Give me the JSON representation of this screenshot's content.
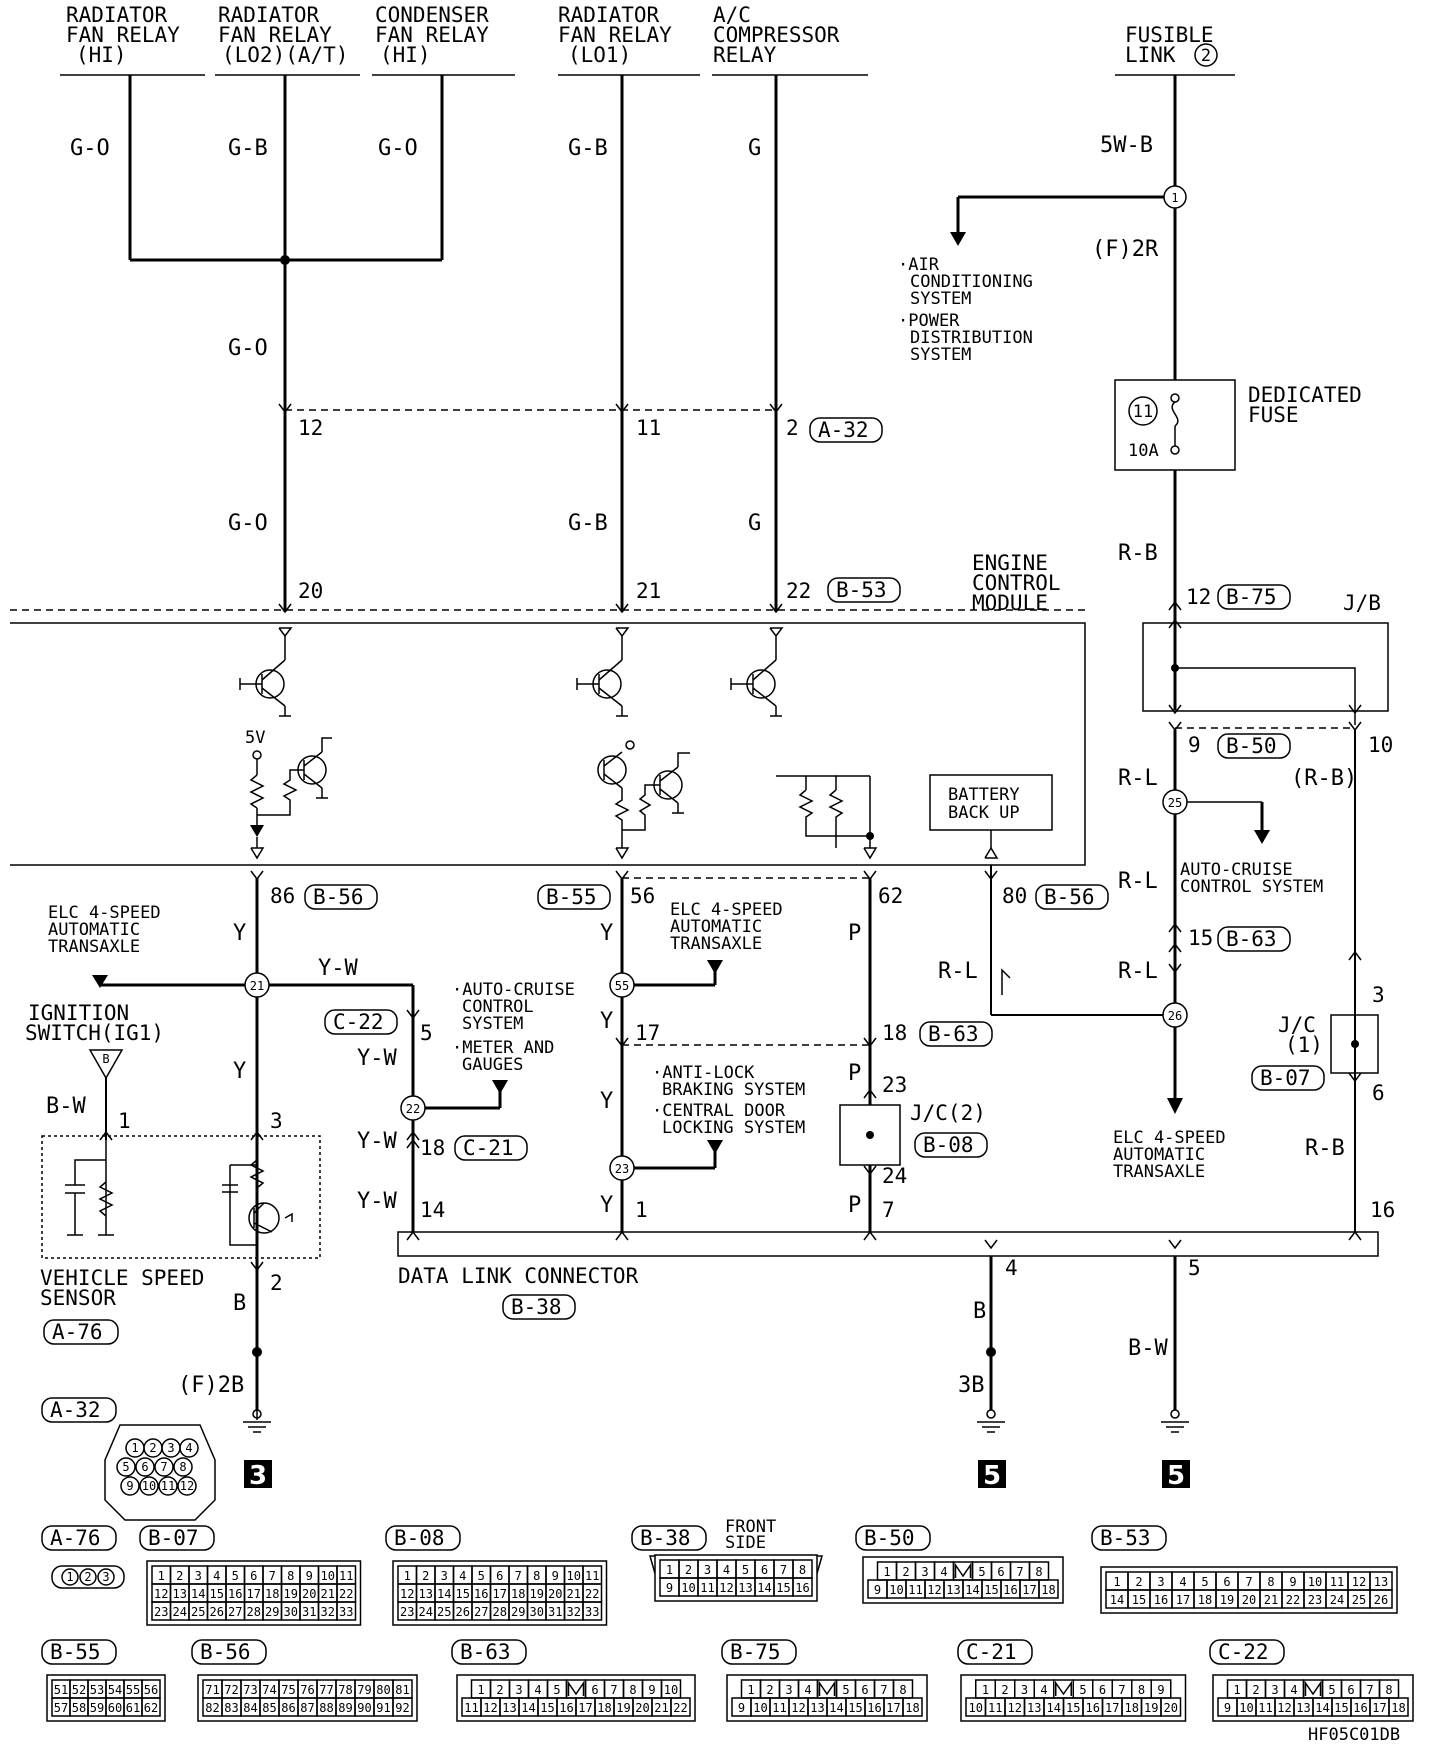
{
  "labels": {
    "rad_hi": [
      "RADIATOR",
      "FAN RELAY",
      "(HI)"
    ],
    "rad_lo2": [
      "RADIATOR",
      "FAN RELAY",
      "(LO2)(A/T)"
    ],
    "cond_hi": [
      "CONDENSER",
      "FAN RELAY",
      "(HI)"
    ],
    "rad_lo1": [
      "RADIATOR",
      "FAN RELAY",
      "(LO1)"
    ],
    "ac_relay": [
      "A/C",
      "COMPRESSOR",
      "RELAY"
    ],
    "fusible": [
      "FUSIBLE",
      "LINK"
    ],
    "fusible_num": "2",
    "air_cond": [
      "·AIR",
      "CONDITIONING",
      "SYSTEM"
    ],
    "power_dist": [
      "·POWER",
      "DISTRIBUTION",
      "SYSTEM"
    ],
    "dedicated_fuse": [
      "DEDICATED",
      "FUSE"
    ],
    "fuse_num": "11",
    "fuse_amp": "10A",
    "ecm": [
      "ENGINE",
      "CONTROL",
      "MODULE"
    ],
    "jb": "J/B",
    "battery": [
      "BATTERY",
      "BACK UP"
    ],
    "volt5": "5V",
    "auto_cruise_r": [
      "AUTO-CRUISE",
      "CONTROL SYSTEM"
    ],
    "elc_left": [
      "ELC 4-SPEED",
      "AUTOMATIC",
      "TRANSAXLE"
    ],
    "elc_mid": [
      "ELC 4-SPEED",
      "AUTOMATIC",
      "TRANSAXLE"
    ],
    "elc_right": [
      "ELC 4-SPEED",
      "AUTOMATIC",
      "TRANSAXLE"
    ],
    "ign_switch": [
      "IGNITION",
      "SWITCH(IG1)"
    ],
    "ign_b": "B",
    "auto_cruise_m": [
      "·AUTO-CRUISE",
      "CONTROL",
      "SYSTEM"
    ],
    "meter": [
      "·METER AND",
      "GAUGES"
    ],
    "abs": [
      "·ANTI-LOCK",
      "BRAKING SYSTEM"
    ],
    "door_lock": [
      "·CENTRAL DOOR",
      "LOCKING SYSTEM"
    ],
    "jc2": "J/C(2)",
    "jc1": [
      "J/C",
      "(1)"
    ],
    "vss": [
      "VEHICLE SPEED",
      "SENSOR"
    ],
    "dlc": "DATA LINK CONNECTOR",
    "front_side": [
      "FRONT",
      "SIDE"
    ],
    "diagram_code": "HF05C01DB"
  },
  "wire_colors": {
    "go_1": "G-O",
    "gb_1": "G-B",
    "go_2": "G-O",
    "gb_2": "G-B",
    "g_1": "G",
    "go_3": "G-O",
    "go_4": "G-O",
    "gb_3": "G-B",
    "g_2": "G",
    "w5b": "5W-B",
    "f2r": "(F)2R",
    "rb_1": "R-B",
    "rl_1": "R-L",
    "rb_paren": "(R-B)",
    "rl_2": "R-L",
    "rl_3": "R-L",
    "rl_4": "R-L",
    "rb_2": "R-B",
    "y_1": "Y",
    "yw_1": "Y-W",
    "y_2": "Y",
    "bw_1": "B-W",
    "b_1": "B",
    "f2b": "(F)2B",
    "yw_2": "Y-W",
    "yw_3": "Y-W",
    "yw_4": "Y-W",
    "y_3": "Y",
    "y_4": "Y",
    "y_5": "Y",
    "y_6": "Y",
    "p_1": "P",
    "p_2": "P",
    "p_3": "P",
    "b_2": "B",
    "b3b": "3B",
    "bw_2": "B-W"
  },
  "pins": {
    "p12": "12",
    "p11": "11",
    "p2": "2",
    "p20": "20",
    "p21": "21",
    "p22": "22",
    "p12b": "12",
    "p9": "9",
    "p10": "10",
    "p86": "86",
    "p56": "56",
    "p62": "62",
    "p80": "80",
    "p15": "15",
    "p3r": "3",
    "p6": "6",
    "p16": "16",
    "p5": "5",
    "p17": "17",
    "p18": "18",
    "p23": "23",
    "p24": "24",
    "p18b": "18",
    "p1": "1",
    "p3": "3",
    "p2b": "2",
    "p14": "14",
    "p1b": "1",
    "p7": "7",
    "p4": "4",
    "p5b": "5"
  },
  "connector_ids": {
    "a32": "A-32",
    "b53": "B-53",
    "b75": "B-75",
    "b50": "B-50",
    "b56": "B-56",
    "b55": "B-55",
    "b56b": "B-56",
    "b63": "B-63",
    "c22": "C-22",
    "b63b": "B-63",
    "b07": "B-07",
    "b08": "B-08",
    "c21": "C-21",
    "a76": "A-76",
    "b38": "B-38"
  },
  "splices": {
    "s1": "1",
    "s25": "25",
    "s26": "26",
    "s21": "21",
    "s55": "55",
    "s22": "22",
    "s23": "23"
  },
  "grounds": {
    "g3": "3",
    "g5a": "5",
    "g5b": "5"
  },
  "connector_faces": {
    "a32": [
      "1",
      "2",
      "3",
      "4",
      "5",
      "6",
      "7",
      "8",
      "9",
      "10",
      "11",
      "12"
    ],
    "a76": [
      "1",
      "2",
      "3"
    ],
    "b07": [
      [
        "1",
        "2",
        "3",
        "4",
        "5",
        "6",
        "7",
        "8",
        "9",
        "10",
        "11"
      ],
      [
        "12",
        "13",
        "14",
        "15",
        "16",
        "17",
        "18",
        "19",
        "20",
        "21",
        "22"
      ],
      [
        "23",
        "24",
        "25",
        "26",
        "27",
        "28",
        "29",
        "30",
        "31",
        "32",
        "33"
      ]
    ],
    "b08": [
      [
        "1",
        "2",
        "3",
        "4",
        "5",
        "6",
        "7",
        "8",
        "9",
        "10",
        "11"
      ],
      [
        "12",
        "13",
        "14",
        "15",
        "16",
        "17",
        "18",
        "19",
        "20",
        "21",
        "22"
      ],
      [
        "23",
        "24",
        "25",
        "26",
        "27",
        "28",
        "29",
        "30",
        "31",
        "32",
        "33"
      ]
    ],
    "b38": [
      [
        "1",
        "2",
        "3",
        "4",
        "5",
        "6",
        "7",
        "8"
      ],
      [
        "9",
        "10",
        "11",
        "12",
        "13",
        "14",
        "15",
        "16"
      ]
    ],
    "b50": [
      [
        "1",
        "2",
        "3",
        "4",
        "",
        "5",
        "6",
        "7",
        "8"
      ],
      [
        "9",
        "10",
        "11",
        "12",
        "13",
        "14",
        "15",
        "16",
        "17",
        "18"
      ]
    ],
    "b53": [
      [
        "1",
        "2",
        "3",
        "4",
        "5",
        "6",
        "7",
        "8",
        "9",
        "10",
        "11",
        "12",
        "13"
      ],
      [
        "14",
        "15",
        "16",
        "17",
        "18",
        "19",
        "20",
        "21",
        "22",
        "23",
        "24",
        "25",
        "26"
      ]
    ],
    "b55": [
      [
        "51",
        "52",
        "53",
        "54",
        "55",
        "56"
      ],
      [
        "57",
        "58",
        "59",
        "60",
        "61",
        "62"
      ]
    ],
    "b56": [
      [
        "71",
        "72",
        "73",
        "74",
        "75",
        "76",
        "77",
        "78",
        "79",
        "80",
        "81"
      ],
      [
        "82",
        "83",
        "84",
        "85",
        "86",
        "87",
        "88",
        "89",
        "90",
        "91",
        "92"
      ]
    ],
    "b63": [
      [
        "1",
        "2",
        "3",
        "4",
        "5",
        "",
        "6",
        "7",
        "8",
        "9",
        "10"
      ],
      [
        "11",
        "12",
        "13",
        "14",
        "15",
        "16",
        "17",
        "18",
        "19",
        "20",
        "21",
        "22"
      ]
    ],
    "b75": [
      [
        "1",
        "2",
        "3",
        "4",
        "",
        "5",
        "6",
        "7",
        "8"
      ],
      [
        "9",
        "10",
        "11",
        "12",
        "13",
        "14",
        "15",
        "16",
        "17",
        "18"
      ]
    ],
    "c21": [
      [
        "1",
        "2",
        "3",
        "4",
        "",
        "5",
        "6",
        "7",
        "8",
        "9"
      ],
      [
        "10",
        "11",
        "12",
        "13",
        "14",
        "15",
        "16",
        "17",
        "18",
        "19",
        "20"
      ]
    ],
    "c22": [
      [
        "1",
        "2",
        "3",
        "4",
        "",
        "5",
        "6",
        "7",
        "8"
      ],
      [
        "9",
        "10",
        "11",
        "12",
        "13",
        "14",
        "15",
        "16",
        "17",
        "18"
      ]
    ]
  }
}
